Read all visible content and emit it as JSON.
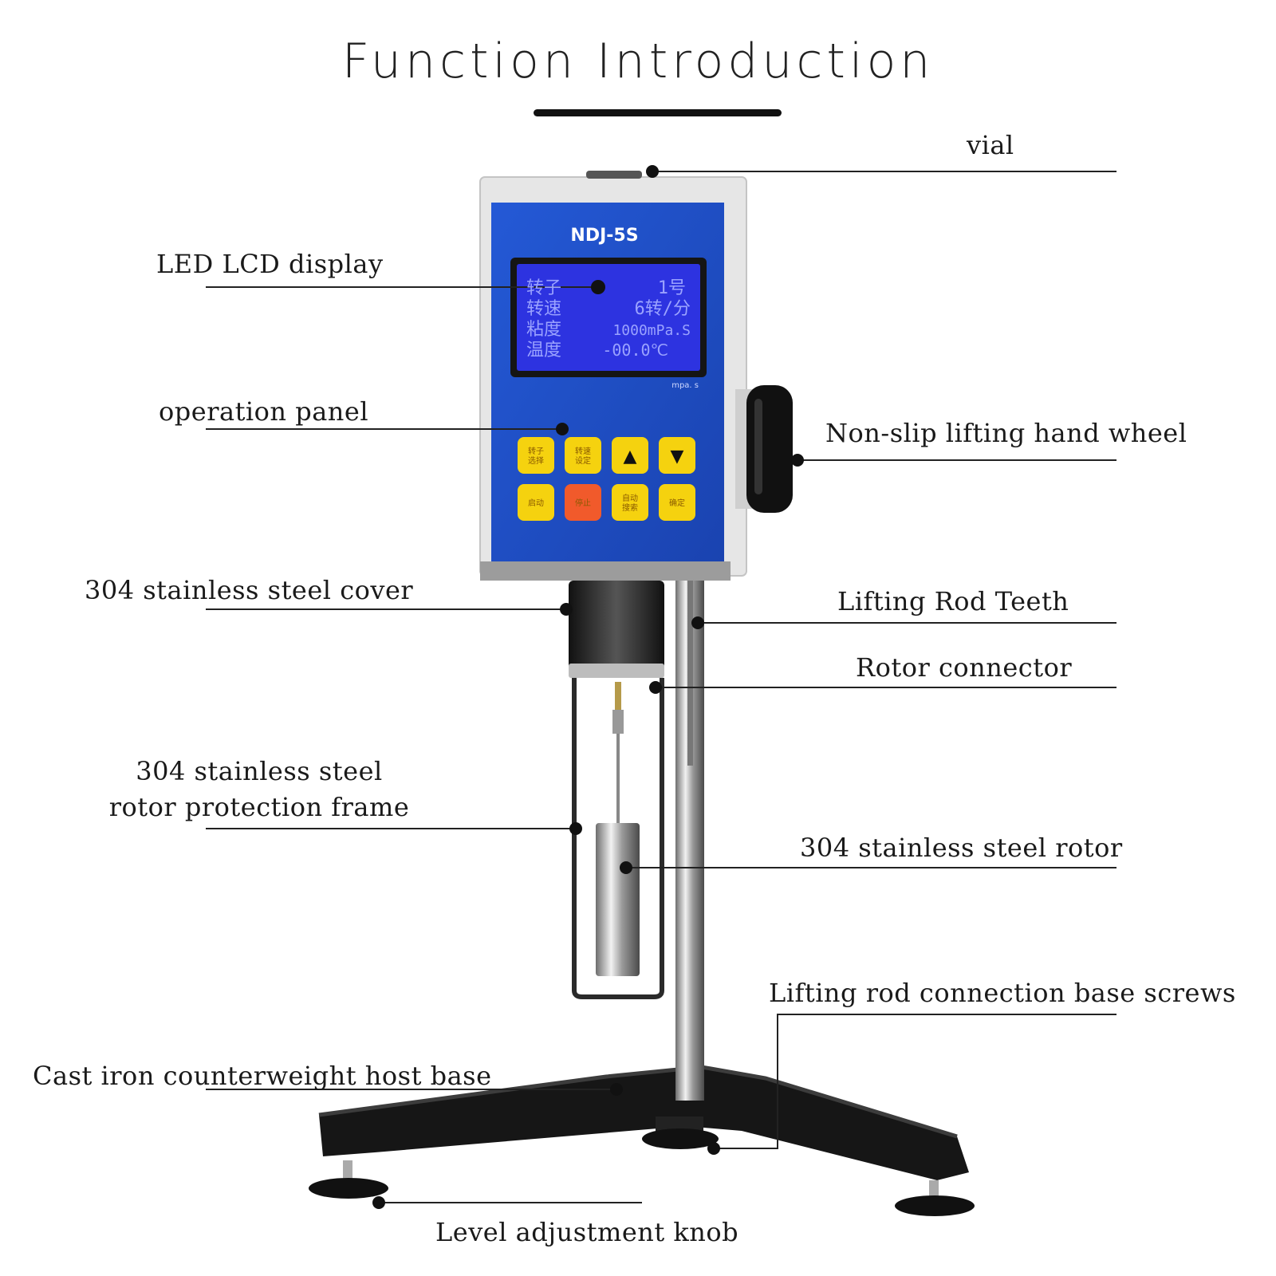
{
  "title": "Function Introduction",
  "device": {
    "model": "NDJ-5S",
    "screen_lines": [
      {
        "label": "转子",
        "value": "1号"
      },
      {
        "label": "转速",
        "value": "6转/分"
      },
      {
        "label": "粘度",
        "value": "1000mPa.S"
      },
      {
        "label": "温度",
        "value": "-00.0℃"
      }
    ],
    "unit_mark": "mpa. s",
    "buttons_row1": [
      "转子\n选择",
      "转速\n设定",
      "▲",
      "▼"
    ],
    "buttons_row2": [
      "启动",
      "停止",
      "自动\n搜索",
      "确定"
    ]
  },
  "labels": {
    "vial": "vial",
    "lcd": "LED LCD display",
    "operation_panel": "operation panel",
    "hand_wheel": "Non-slip lifting hand wheel",
    "cover": "304 stainless steel cover",
    "rod_teeth": "Lifting Rod Teeth",
    "rotor_connector": "Rotor connector",
    "frame_line1": "304 stainless steel",
    "frame_line2": "rotor protection frame",
    "rotor": "304 stainless steel rotor",
    "base_screws": "Lifting rod connection base screws",
    "host_base": "Cast iron counterweight host base",
    "level_knob": "Level adjustment knob"
  },
  "colors": {
    "panel_blue": "#1e4fc4",
    "screen_blue": "#2d33e0",
    "button_yellow": "#f5d20f",
    "button_red": "#f15a2b"
  }
}
